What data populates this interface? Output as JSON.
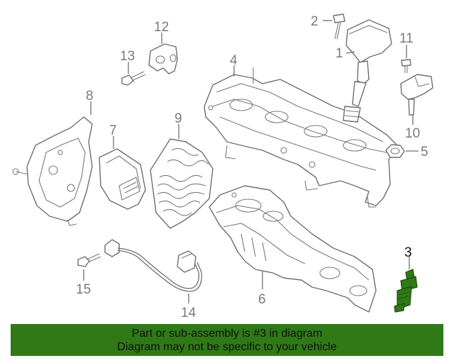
{
  "callouts": {
    "c1": "1",
    "c2": "2",
    "c3": "3",
    "c4": "4",
    "c5": "5",
    "c6": "6",
    "c7": "7",
    "c8": "8",
    "c9": "9",
    "c10": "10",
    "c11": "11",
    "c12": "12",
    "c13": "13",
    "c14": "14",
    "c15": "15"
  },
  "highlight": {
    "callout": "3",
    "color": "#2f7a16"
  },
  "banner": {
    "line1": "Part or sub-assembly is #3 in diagram",
    "line2": "Diagram may not be specific to your vehicle",
    "background": "#2f7a16"
  }
}
